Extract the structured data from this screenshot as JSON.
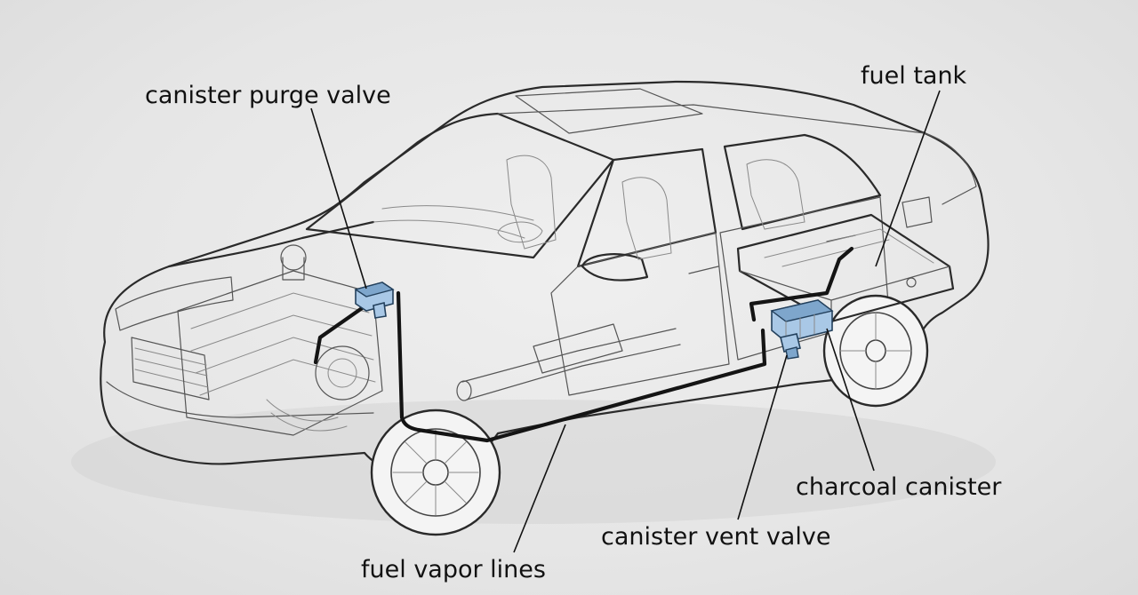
{
  "labels": {
    "purge_valve": "canister purge valve",
    "fuel_tank": "fuel tank",
    "charcoal_canister": "charcoal canister",
    "vent_valve": "canister vent valve",
    "vapor_lines": "fuel vapor lines"
  },
  "colors": {
    "component_fill": "#a9c8e6",
    "component_stroke": "#23405c",
    "line": "#141414"
  }
}
